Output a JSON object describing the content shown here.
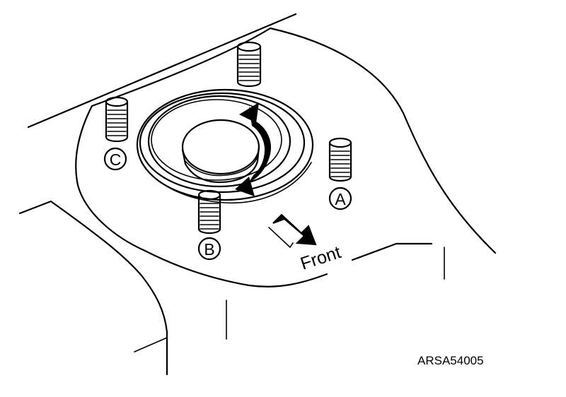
{
  "labels": {
    "stud_a": "A",
    "stud_b": "B",
    "stud_c": "C",
    "front": "Front",
    "figure_code": "ARSA54005"
  },
  "colors": {
    "line": "#000000",
    "background": "#ffffff"
  },
  "icons": {
    "rotation": "double-headed-curved-arrow-icon",
    "direction": "front-direction-arrow-icon"
  }
}
